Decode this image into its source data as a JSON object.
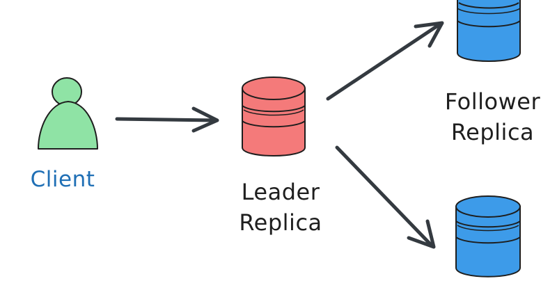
{
  "nodes": {
    "client": {
      "label": "Client",
      "color": "#8fe3a5",
      "label_color": "#1f6fb5"
    },
    "leader": {
      "line1": "Leader",
      "line2": "Replica",
      "color": "#f47a7a"
    },
    "follower": {
      "line1": "Follower",
      "line2": "Replica",
      "color": "#3d9be9"
    }
  },
  "edges": [
    {
      "from": "client",
      "to": "leader"
    },
    {
      "from": "leader",
      "to": "follower-top"
    },
    {
      "from": "leader",
      "to": "follower-bottom"
    }
  ],
  "colors": {
    "stroke": "#1e1e1e",
    "arrow": "#343a40"
  }
}
